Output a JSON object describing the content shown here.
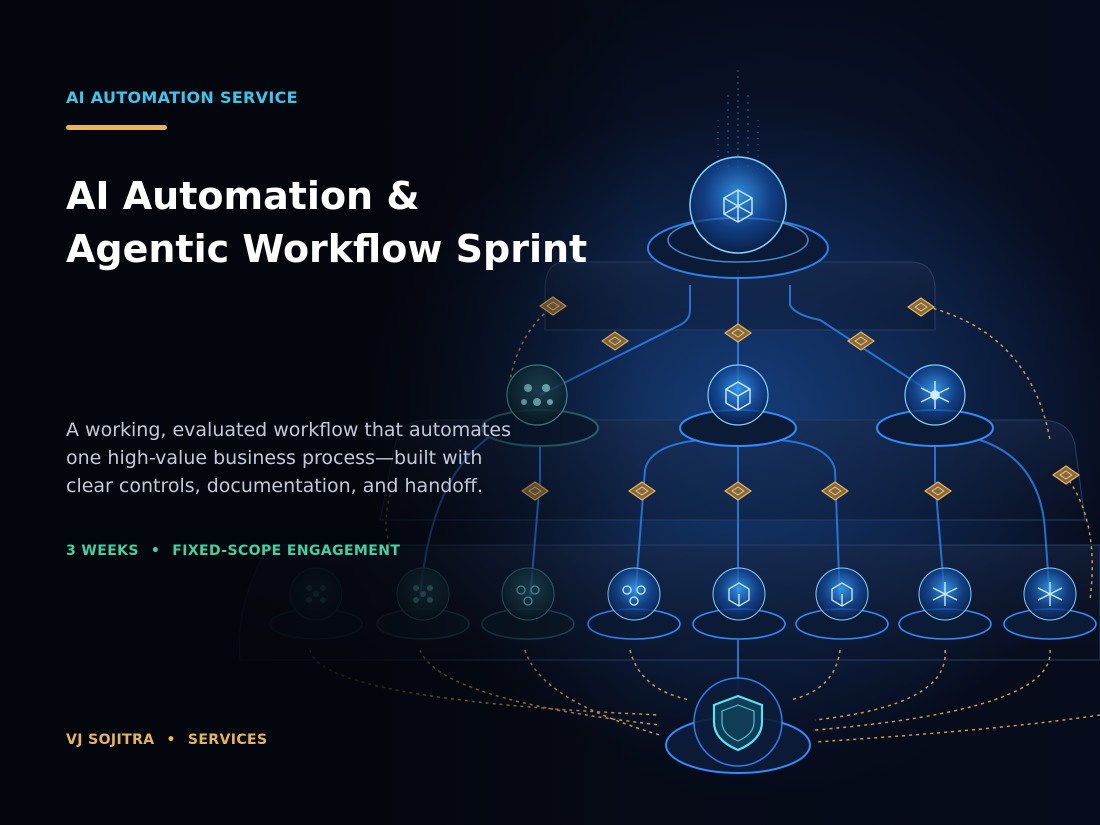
{
  "eyebrow": "AI AUTOMATION SERVICE",
  "title": {
    "line1": "AI Automation &",
    "line2": "Agentic Workflow Sprint"
  },
  "description": {
    "line1": "A working, evaluated workflow that automates",
    "line2": "one high-value business process—built with",
    "line3": "clear controls, documentation, and handoff."
  },
  "meta": {
    "duration": "3 WEEKS",
    "separator": "•",
    "scope": "FIXED-SCOPE ENGAGEMENT"
  },
  "footer": {
    "author": "VJ SOJITRA",
    "separator": "•",
    "section": "SERVICES"
  },
  "colors": {
    "background": "#05070f",
    "eyebrow": "#3fc4ea",
    "accent_gold": "#e6b45a",
    "meta_green": "#3fd3a4",
    "body_text": "#c3c9d8",
    "node_blue": "#2f8cff"
  },
  "illustration": {
    "top_node_icon": "network-cube-icon",
    "middle_node_icons": [
      "molecule-icon",
      "cube-icon",
      "star-network-icon"
    ],
    "bottom_node_icons": [
      "cluster-icon",
      "cluster-icon",
      "molecule-icon",
      "molecule-icon",
      "cube-icon",
      "cube-icon",
      "star-network-icon",
      "star-network-icon"
    ],
    "output_node_icon": "shield-icon"
  }
}
